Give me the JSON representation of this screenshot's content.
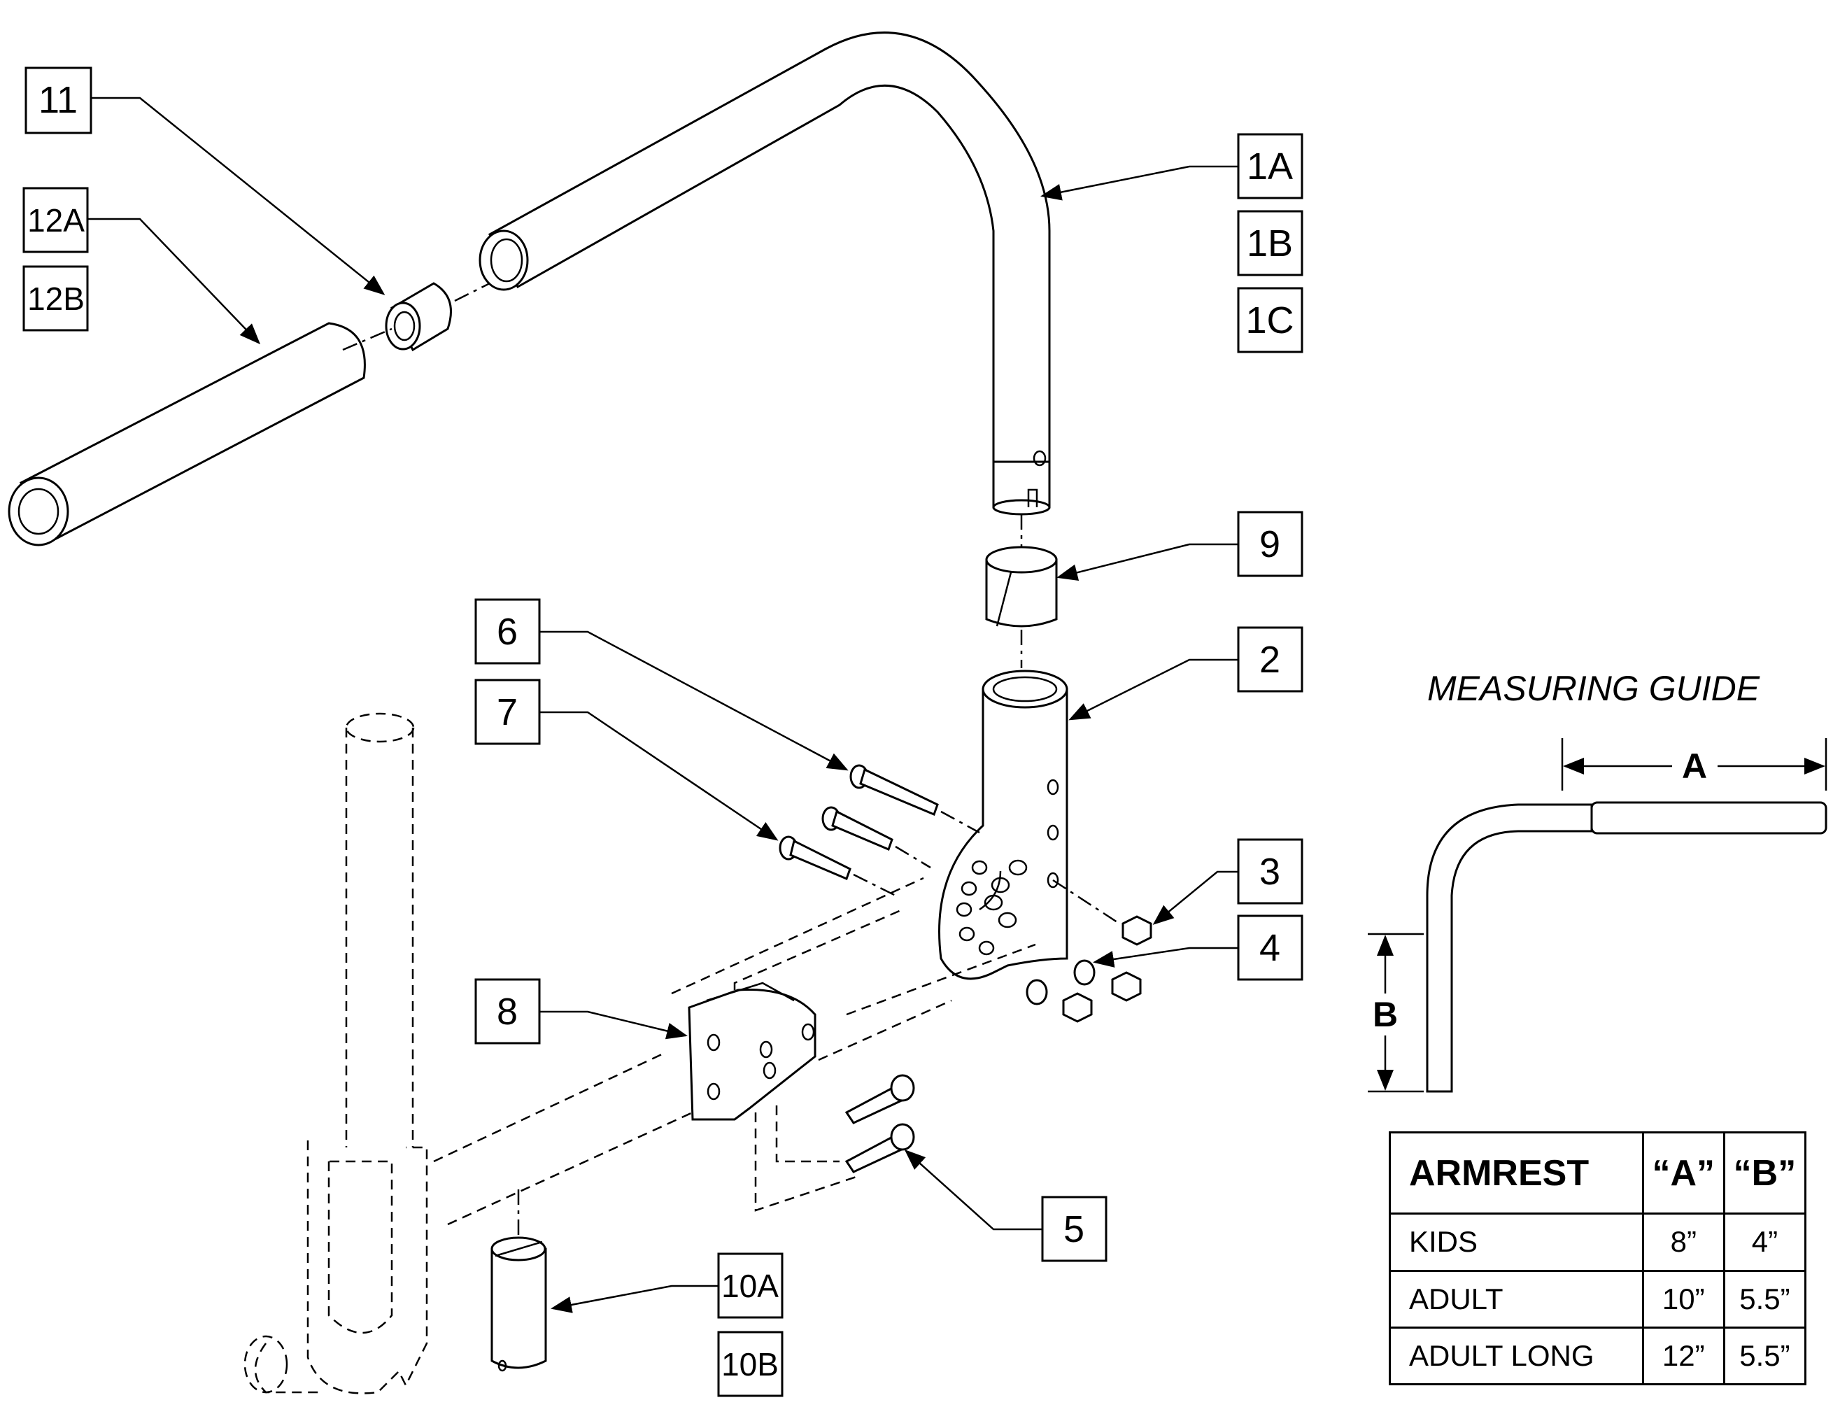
{
  "labels": {
    "l11": "11",
    "l12a": "12A",
    "l12b": "12B",
    "l1a": "1A",
    "l1b": "1B",
    "l1c": "1C",
    "l9": "9",
    "l6": "6",
    "l7": "7",
    "l2": "2",
    "l3": "3",
    "l4": "4",
    "l8": "8",
    "l5": "5",
    "l10a": "10A",
    "l10b": "10B"
  },
  "guide": {
    "title": "MEASURING GUIDE",
    "dim_a": "A",
    "dim_b": "B"
  },
  "table": {
    "headers": [
      "ARMREST",
      "“A”",
      "“B”"
    ],
    "rows": [
      [
        "KIDS",
        "8”",
        "4”"
      ],
      [
        "ADULT",
        "10”",
        "5.5”"
      ],
      [
        "ADULT LONG",
        "12”",
        "5.5”"
      ]
    ]
  }
}
